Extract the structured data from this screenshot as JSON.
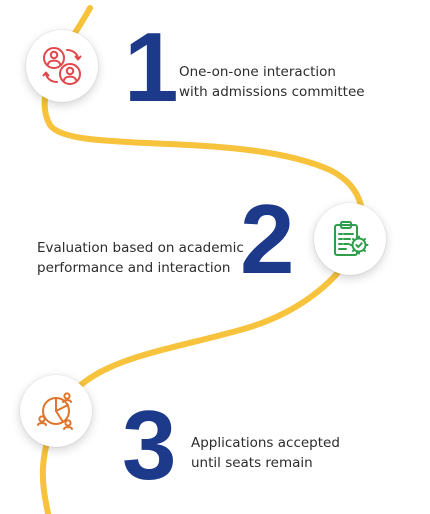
{
  "colors": {
    "path": "#f7c23c",
    "number": "#1d3a8a",
    "icon_people": "#e0484b",
    "icon_doc": "#2e9e4a",
    "icon_pie": "#e0742b"
  },
  "steps": [
    {
      "number": "1",
      "line1": "One-on-one interaction",
      "line2": "with admissions committee",
      "icon": "people-exchange-icon"
    },
    {
      "number": "2",
      "line1": "Evaluation based on academic",
      "line2": "performance and interaction",
      "icon": "clipboard-gear-icon"
    },
    {
      "number": "3",
      "line1": "Applications accepted",
      "line2": "until seats remain",
      "icon": "pie-people-icon"
    }
  ]
}
